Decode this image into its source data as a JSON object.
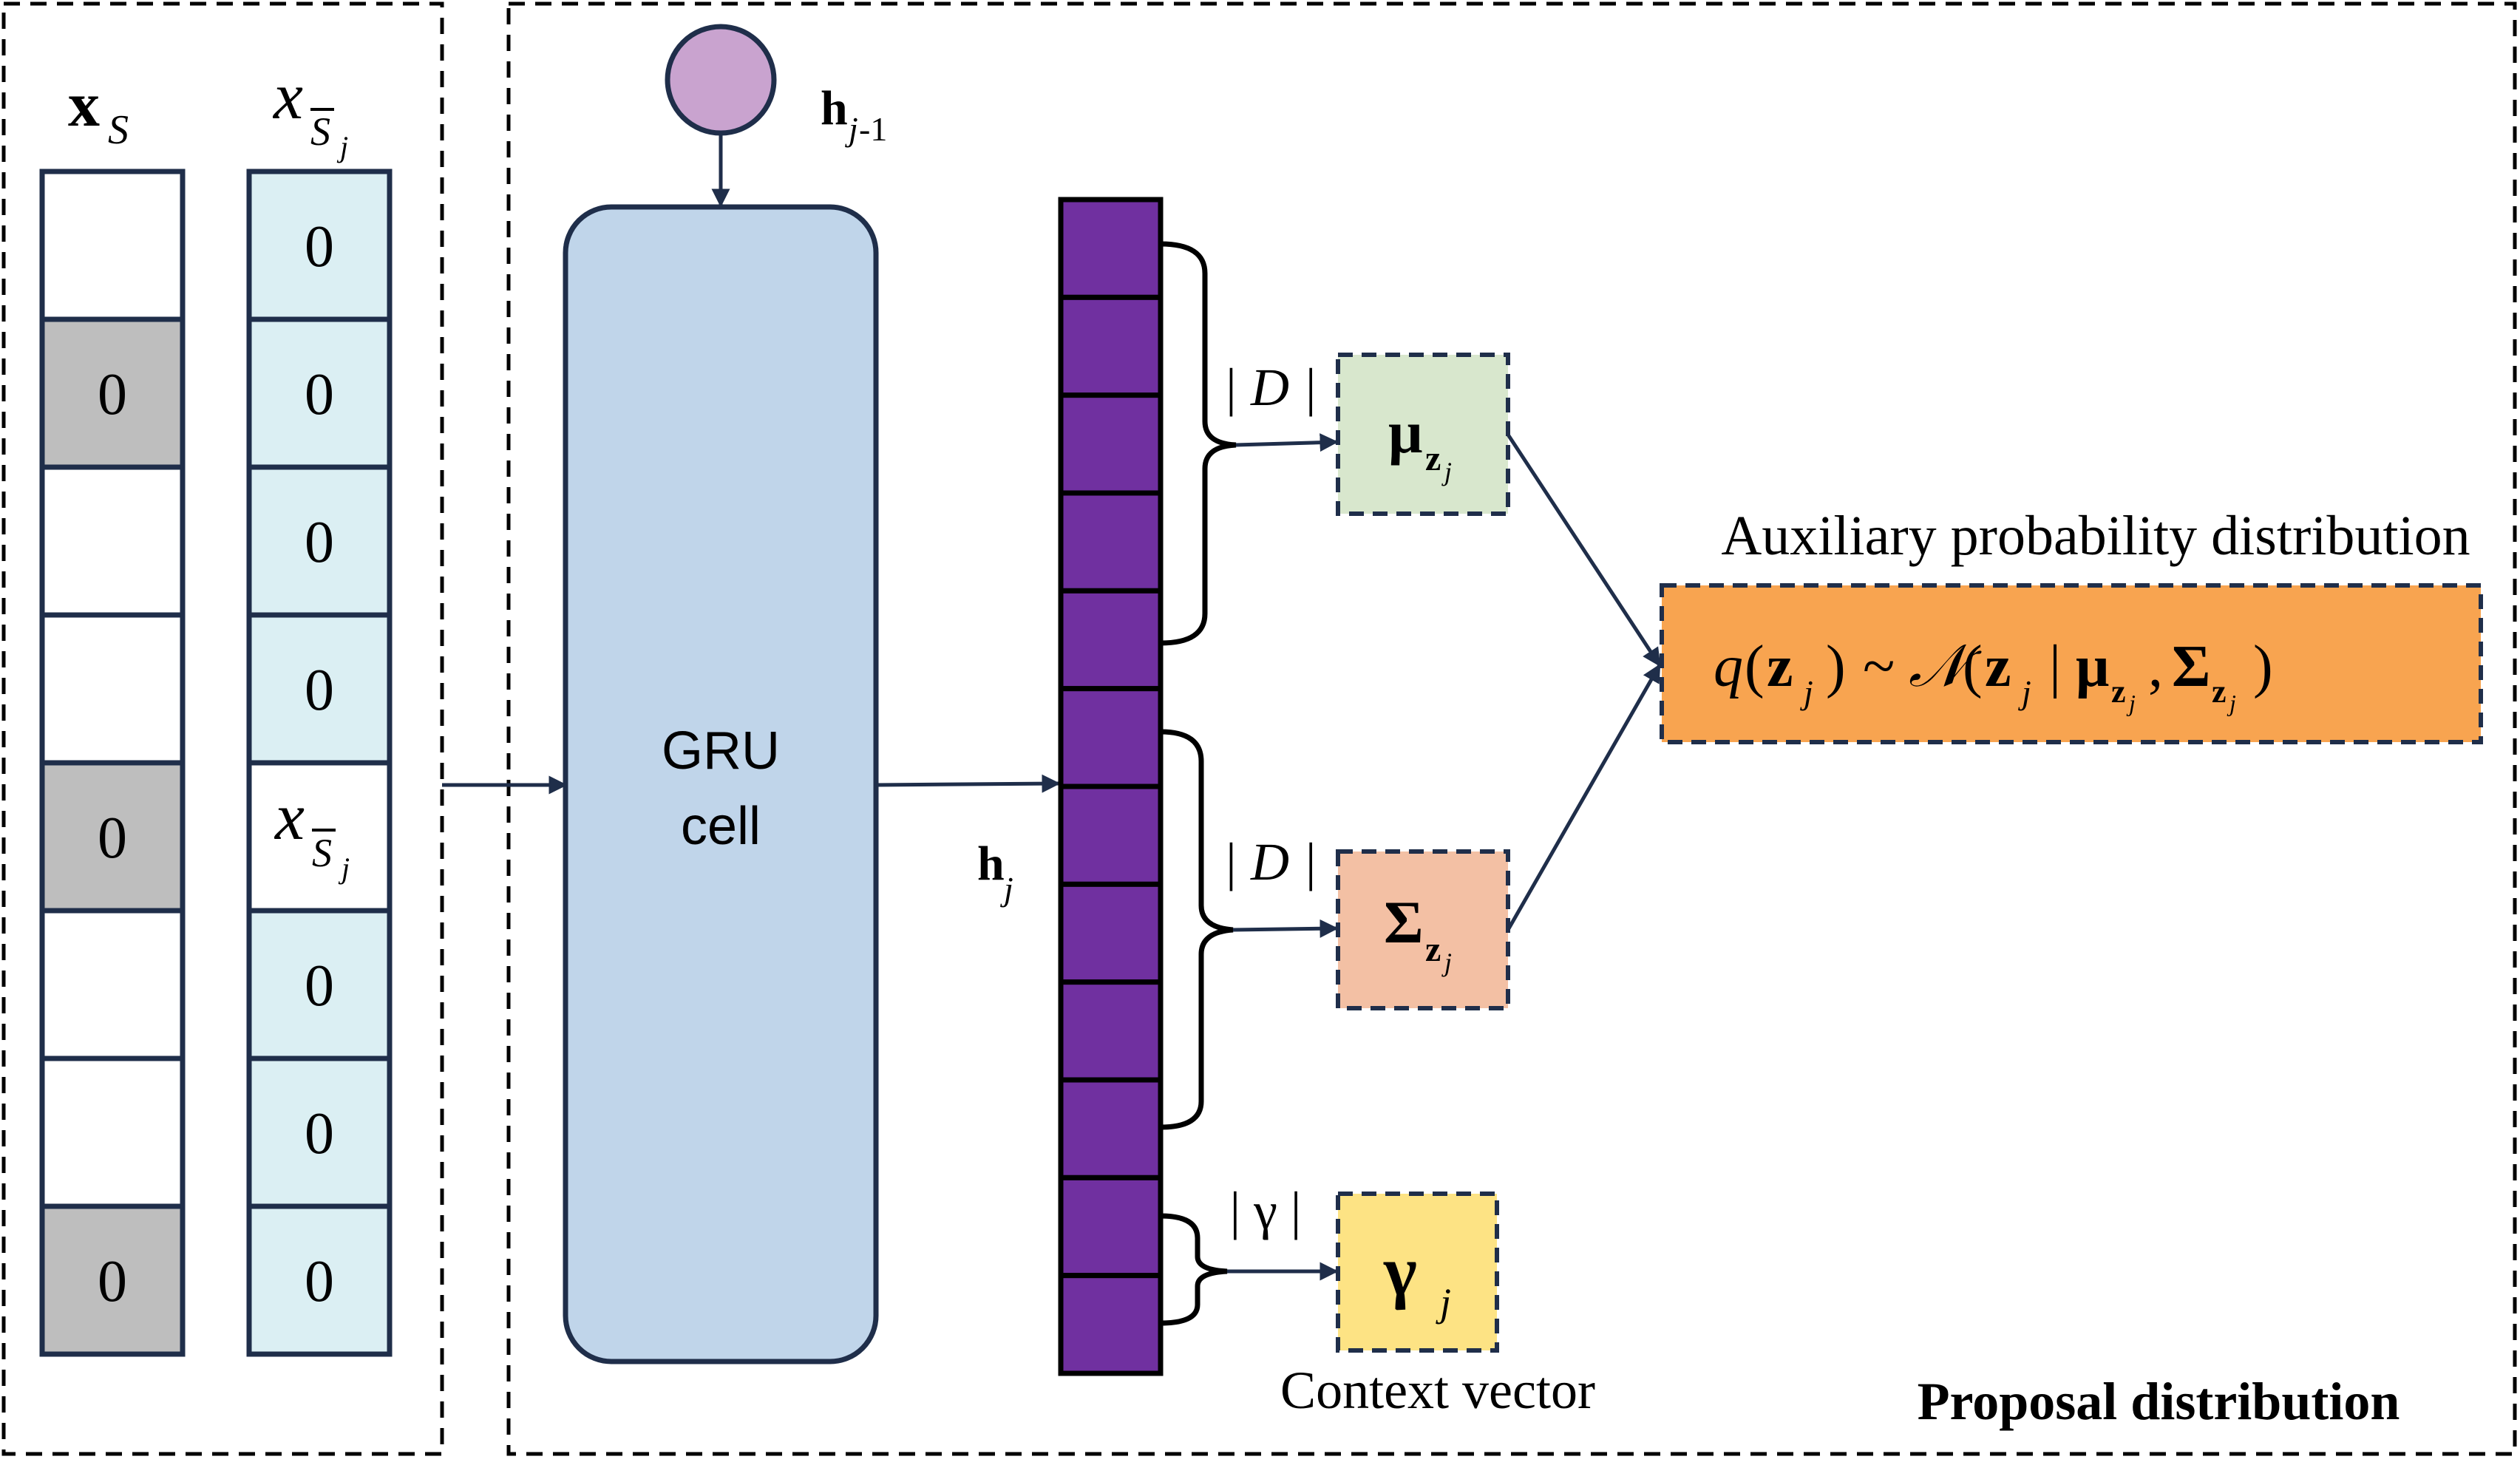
{
  "colors": {
    "mask_gray": "#bebebe",
    "light_cyan": "#dbeff3",
    "gru_fill": "#c0d5ea",
    "h_prev_fill": "#c9a3cf",
    "hidden_purple": "#7030a0",
    "mu_fill": "#d8e7cd",
    "sigma_fill": "#f3c0a4",
    "gamma_fill": "#fde384",
    "q_fill": "#f8a450",
    "stroke_navy": "#1f2e4a"
  },
  "left_panel": {
    "col1": {
      "label_main": "x",
      "label_sub": "S",
      "cells": [
        "",
        "0",
        "",
        "",
        "0",
        "",
        "",
        "0"
      ],
      "masked": [
        false,
        true,
        false,
        false,
        true,
        false,
        false,
        true
      ]
    },
    "col2": {
      "label_main": "x",
      "label_sub": "S",
      "label_subsub": "j",
      "cells": [
        "0",
        "0",
        "0",
        "0",
        "",
        "0",
        "0",
        "0"
      ],
      "highlight_index": 4,
      "highlight_main": "x",
      "highlight_sub": "S",
      "highlight_subsub": "j"
    }
  },
  "right_panel": {
    "h_prev": {
      "main": "h",
      "sub": "j",
      "suffix": "-1"
    },
    "gru": {
      "line1": "GRU",
      "line2": "cell"
    },
    "h_j": {
      "main": "h",
      "sub": "j"
    },
    "hidden_cells": 12,
    "brace_labels": {
      "mu": "| D |",
      "sigma": "| D |",
      "gamma": "| γ |"
    },
    "mu_box": {
      "main": "μ",
      "sub": "z",
      "subsub": "j"
    },
    "sigma_box": {
      "main": "Σ",
      "sub": "z",
      "subsub": "j"
    },
    "gamma_box": {
      "main": "γ",
      "sub": "j"
    },
    "aux_title": "Auxiliary probability distribution",
    "q_formula": {
      "q": "q",
      "z": "z",
      "j": "j",
      "tilde": "~",
      "normal": "𝒩",
      "mu": "μ",
      "sigma": "Σ",
      "sub_z": "z"
    },
    "context_label": "Context vector",
    "panel_title": "Proposal distribution"
  }
}
